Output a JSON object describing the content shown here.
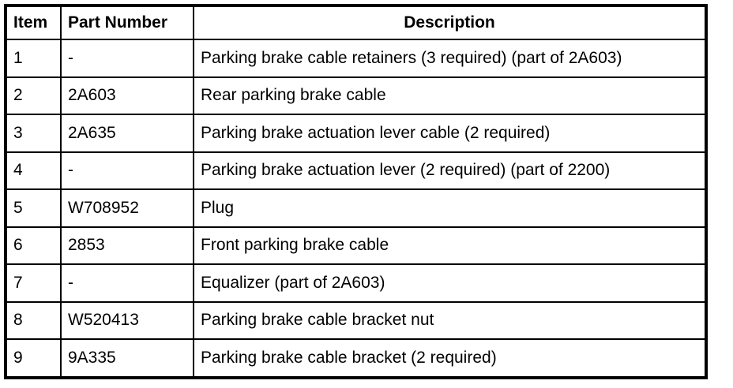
{
  "colors": {
    "border": "#000000",
    "background": "#ffffff",
    "text": "#000000"
  },
  "table": {
    "columns": [
      "Item",
      "Part Number",
      "Description"
    ],
    "rows": [
      [
        "1",
        "-",
        "Parking brake cable retainers (3 required) (part of 2A603)"
      ],
      [
        "2",
        "2A603",
        "Rear parking brake cable"
      ],
      [
        "3",
        "2A635",
        "Parking brake actuation lever cable (2 required)"
      ],
      [
        "4",
        "-",
        "Parking brake actuation lever (2 required) (part of 2200)"
      ],
      [
        "5",
        "W708952",
        "Plug"
      ],
      [
        "6",
        "2853",
        "Front parking brake cable"
      ],
      [
        "7",
        "-",
        "Equalizer (part of 2A603)"
      ],
      [
        "8",
        "W520413",
        "Parking brake cable bracket nut"
      ],
      [
        "9",
        "9A335",
        "Parking brake cable bracket (2 required)"
      ]
    ]
  }
}
